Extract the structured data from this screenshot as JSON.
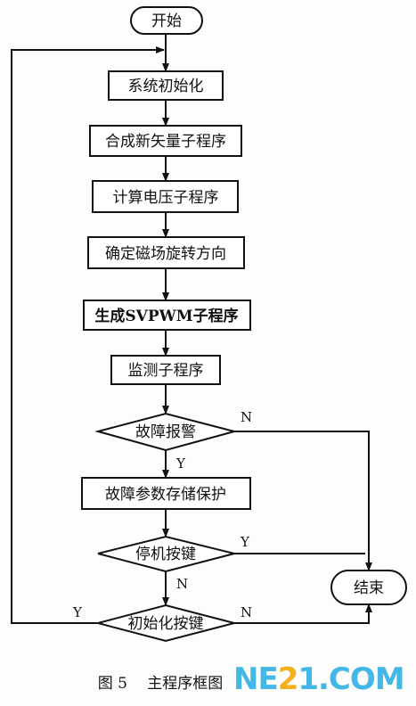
{
  "flowchart": {
    "start": "开始",
    "init": "系统初始化",
    "synth": "合成新矢量子程序",
    "calc": "计算电压子程序",
    "field": "确定磁场旋转方向",
    "svpwm": "生成SVPWM子程序",
    "monitor": "监测子程序",
    "fault": "故障报警",
    "save": "故障参数存储保护",
    "stop": "停机按键",
    "initkey": "初始化按键",
    "end": "结束",
    "edge_fault_yes": "Y",
    "edge_fault_no": "N",
    "edge_stop_yes": "Y",
    "edge_stop_no": "N",
    "edge_init_yes": "Y",
    "edge_init_no": "N"
  },
  "caption": "图 5　 主程序框图",
  "watermark": {
    "left": "NE",
    "mid": "2",
    "right": "1.COM"
  }
}
